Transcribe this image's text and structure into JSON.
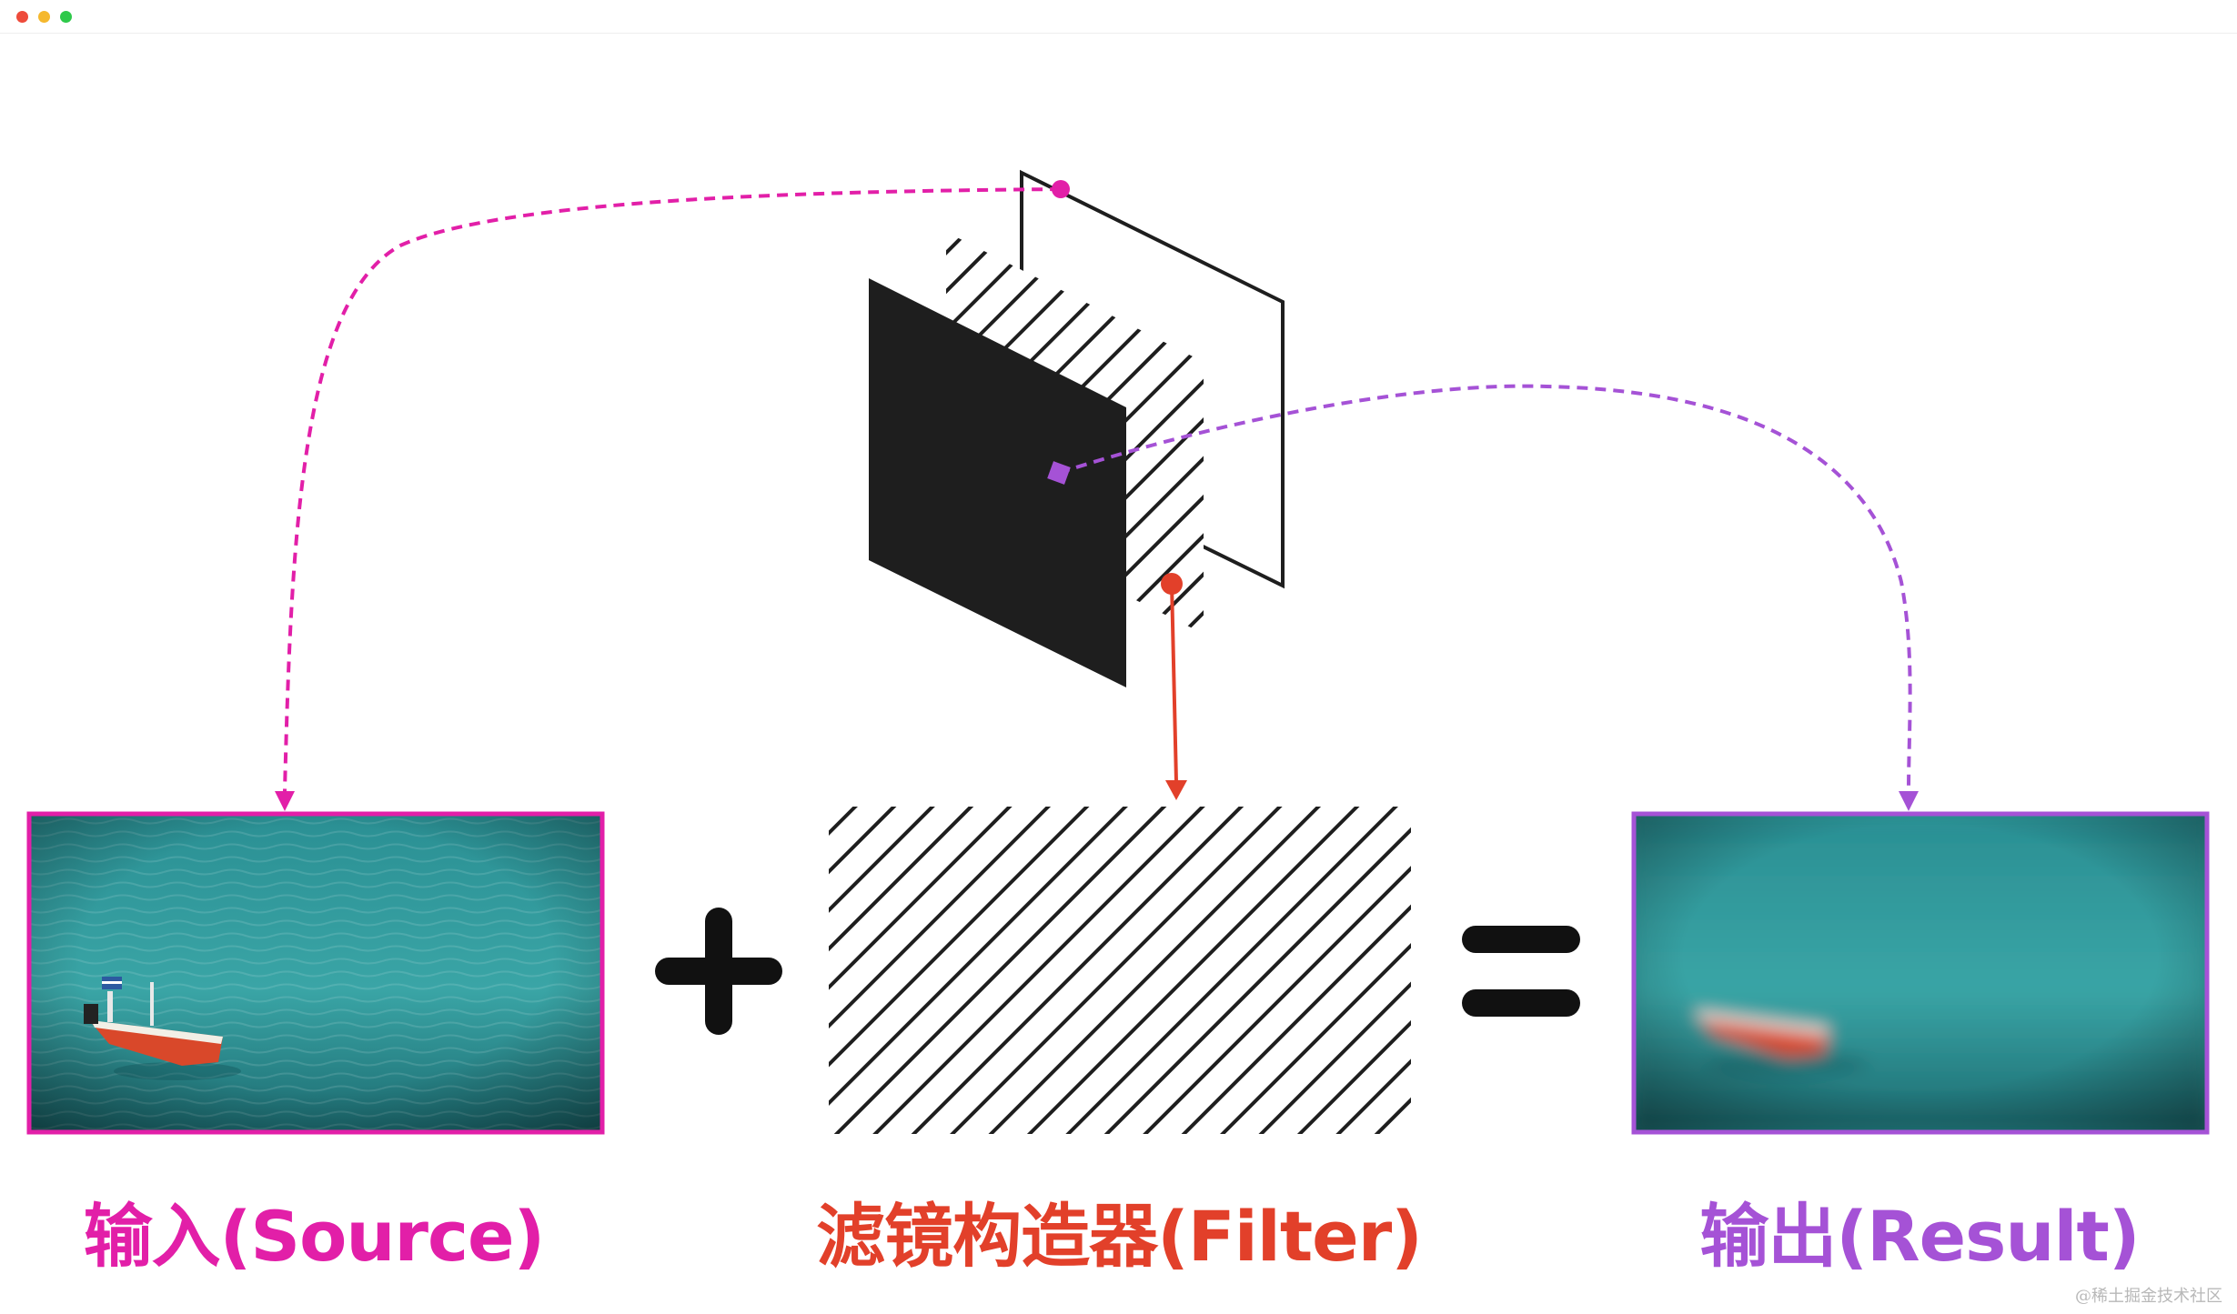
{
  "window": {
    "controls": [
      {
        "name": "close",
        "color": "#ee4b3b"
      },
      {
        "name": "minimize",
        "color": "#f5b82e"
      },
      {
        "name": "maximize",
        "color": "#2ec94a"
      }
    ]
  },
  "captions": {
    "source": "输入(Source)",
    "filter": "滤镜构造器(Filter)",
    "result": "输出(Result)"
  },
  "operators": {
    "plus": "plus-operator-icon",
    "equals": "equals-operator-icon"
  },
  "images": {
    "source": "sea-with-boat-sharp",
    "result": "sea-with-boat-blurred"
  },
  "colors": {
    "source": "#e21fa8",
    "filter": "#e2402a",
    "result": "#a552d6",
    "ink": "#1e1e1e",
    "sea_dark": "#1d6f73",
    "sea_light": "#3ea7a7"
  },
  "watermark": "@稀土掘金技术社区"
}
